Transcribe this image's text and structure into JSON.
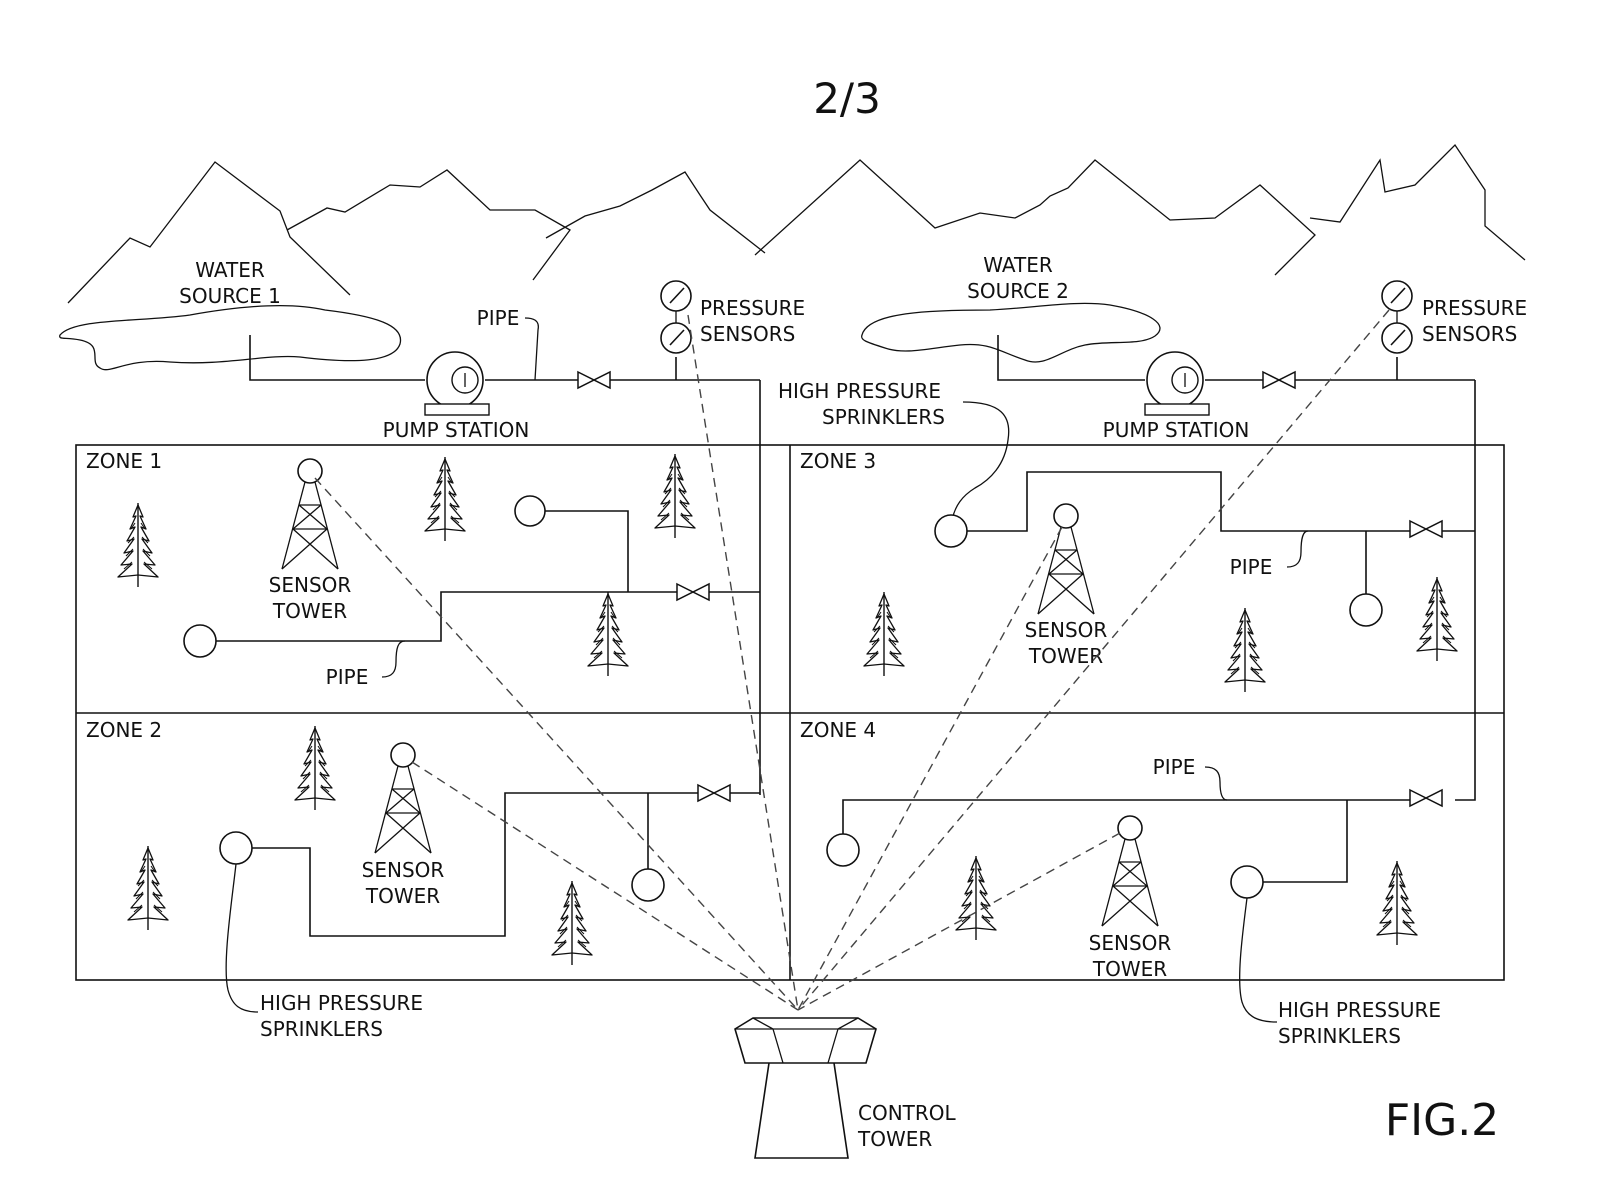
{
  "page_number": "2/3",
  "figure_label": "FIG.2",
  "labels": {
    "water_source_1": [
      "WATER",
      "SOURCE 1"
    ],
    "water_source_2": [
      "WATER",
      "SOURCE 2"
    ],
    "pipe": "PIPE",
    "pressure_sensors": [
      "PRESSURE",
      "SENSORS"
    ],
    "pump_station": "PUMP STATION",
    "high_pressure_sprinklers": [
      "HIGH PRESSURE",
      "SPRINKLERS"
    ],
    "sensor_tower": [
      "SENSOR",
      "TOWER"
    ],
    "control_tower": [
      "CONTROL",
      "TOWER"
    ]
  },
  "zones": [
    "ZONE 1",
    "ZONE 2",
    "ZONE 3",
    "ZONE 4"
  ]
}
